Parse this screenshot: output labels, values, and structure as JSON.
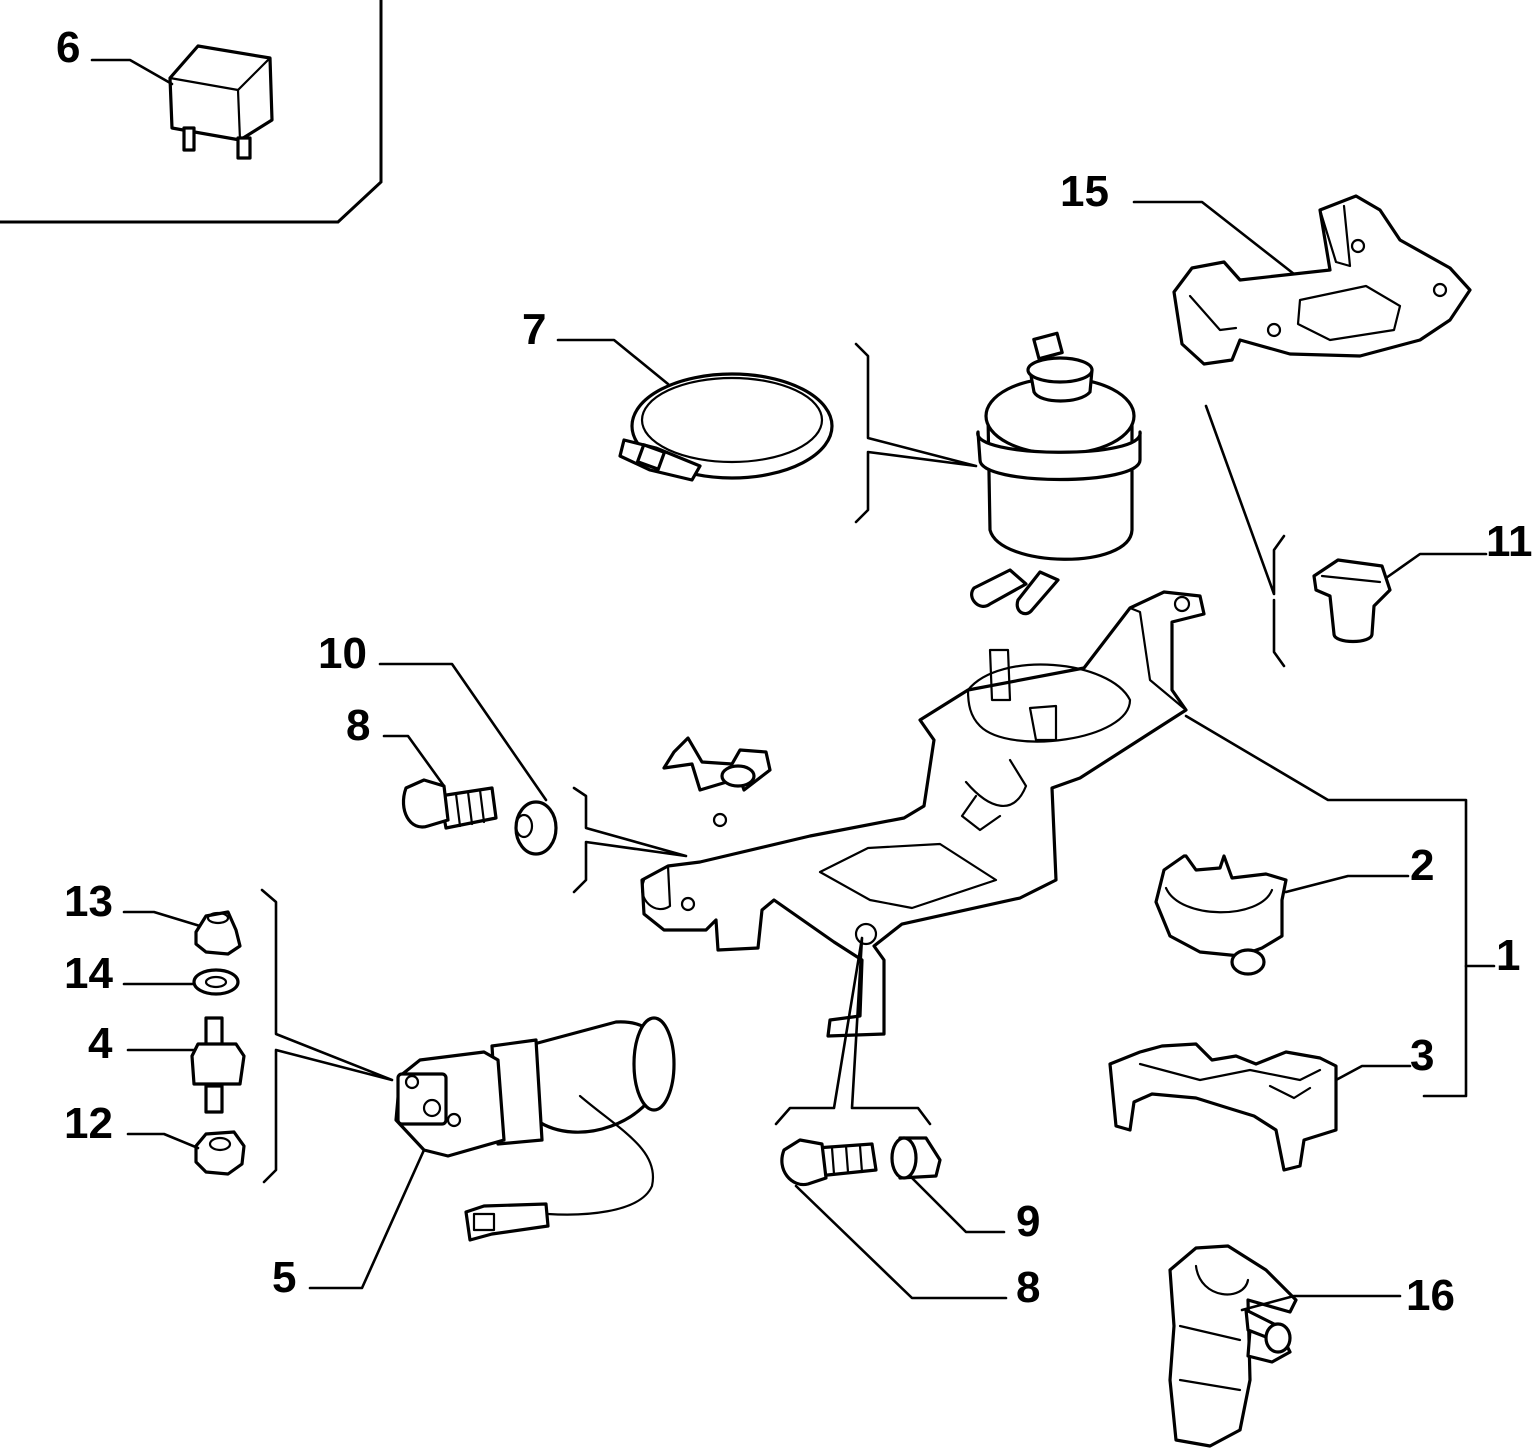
{
  "callouts": {
    "c1": "1",
    "c2": "2",
    "c3": "3",
    "c4": "4",
    "c5": "5",
    "c6": "6",
    "c7": "7",
    "c8_top": "8",
    "c8_bottom": "8",
    "c9": "9",
    "c10": "10",
    "c11": "11",
    "c12": "12",
    "c13": "13",
    "c14": "14",
    "c15": "15",
    "c16": "16"
  },
  "colors": {
    "ink": "#000000",
    "paper": "#ffffff"
  }
}
